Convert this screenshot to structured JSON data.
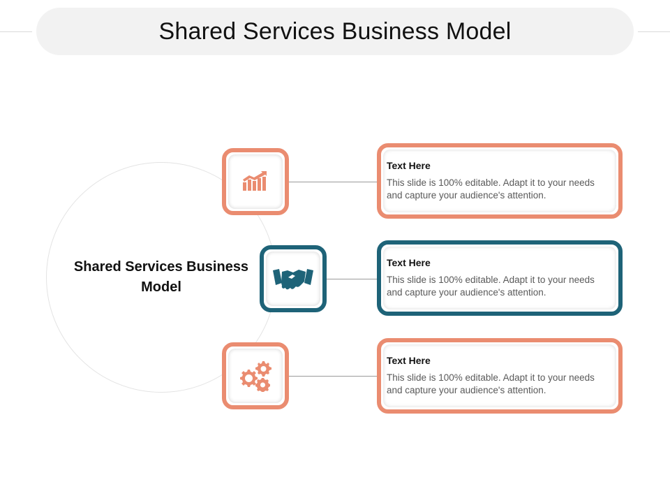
{
  "title": "Shared Services Business Model",
  "center_label": "Shared Services Business Model",
  "colors": {
    "coral": "#ea8c70",
    "teal": "#1e6378",
    "title_bar": "#f2f2f2"
  },
  "items": [
    {
      "icon": "bar-chart-growth-icon",
      "heading": "Text Here",
      "body": "This slide is 100% editable. Adapt it to your needs and capture your audience's attention."
    },
    {
      "icon": "handshake-icon",
      "heading": "Text Here",
      "body": "This slide is 100% editable. Adapt it to your needs and capture your audience's attention."
    },
    {
      "icon": "gears-icon",
      "heading": "Text Here",
      "body": "This slide is 100% editable. Adapt it to your needs and capture your audience's attention."
    }
  ]
}
